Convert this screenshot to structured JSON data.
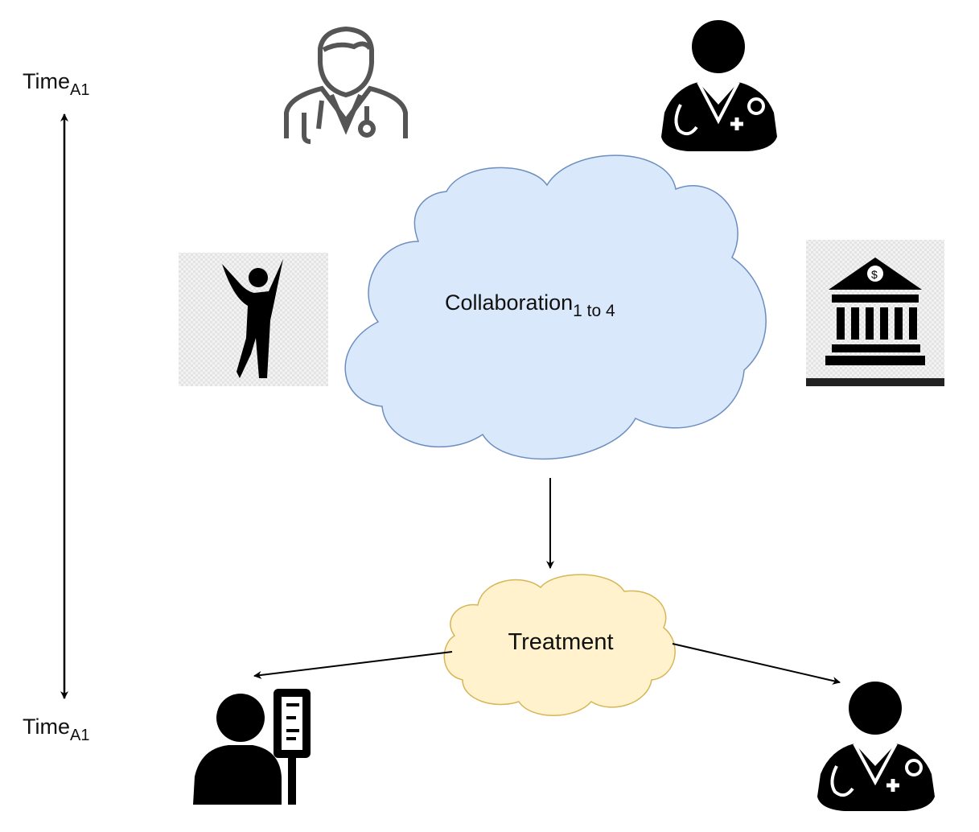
{
  "time_axis": {
    "top_label": {
      "base": "Time",
      "sub": "A1"
    },
    "bottom_label": {
      "base": "Time",
      "sub": "A1"
    }
  },
  "collaboration": {
    "base": "Collaboration",
    "sub": "1 to 4",
    "fill_color": "#dae8fc",
    "stroke_color": "#6c8ebf"
  },
  "treatment": {
    "label": "Treatment",
    "fill_color": "#fff2cc",
    "stroke_color": "#d6b656"
  },
  "actors": [
    {
      "id": "doctor-outline",
      "icon": "doctor-outline-icon"
    },
    {
      "id": "doctor-top-right",
      "icon": "doctor-filled-icon"
    },
    {
      "id": "patient-active",
      "icon": "person-raising-arms-icon"
    },
    {
      "id": "bank",
      "icon": "bank-icon"
    },
    {
      "id": "patient-iv",
      "icon": "patient-with-iv-drip-icon"
    },
    {
      "id": "doctor-bottom-right",
      "icon": "doctor-filled-icon"
    }
  ]
}
